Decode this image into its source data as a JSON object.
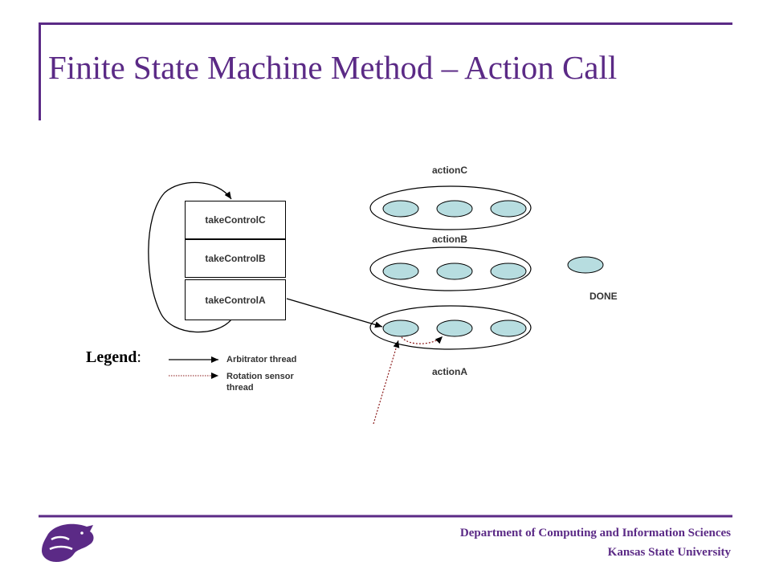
{
  "slide": {
    "title": "Finite State Machine Method – Action Call",
    "accent_color": "#5b2a86"
  },
  "diagram": {
    "stack": [
      {
        "label": "takeControlC"
      },
      {
        "label": "takeControlB"
      },
      {
        "label": "takeControlA"
      }
    ],
    "action_groups": [
      {
        "label": "actionC"
      },
      {
        "label": "actionB"
      },
      {
        "label": "actionA"
      }
    ],
    "done_label": "DONE",
    "state_fill": "#b7dde0",
    "arbitrator_color": "#000000",
    "rotation_color": "#8b1a1a"
  },
  "legend": {
    "title": "Legend",
    "suffix": ":",
    "arbitrator": "Arbitrator thread",
    "rotation_line1": "Rotation sensor",
    "rotation_line2": "thread"
  },
  "footer": {
    "department": "Department of Computing and Information Sciences",
    "university": "Kansas State University",
    "logo": "wildcat-logo-icon"
  }
}
